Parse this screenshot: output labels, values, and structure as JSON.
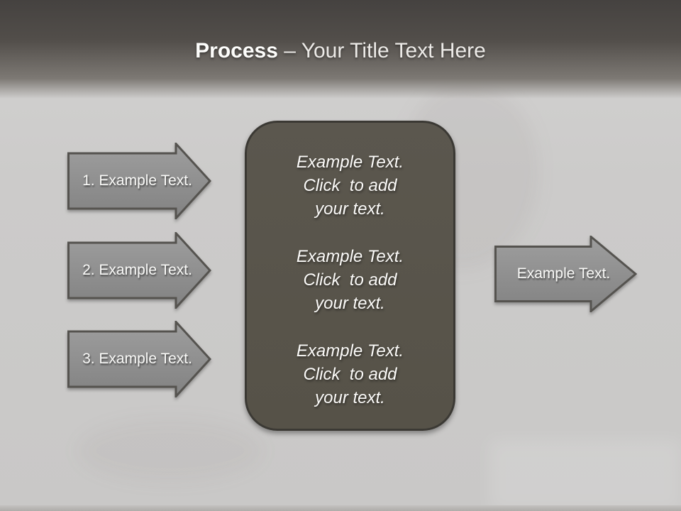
{
  "title": {
    "emphasis": "Process",
    "rest": " – Your Title Text Here"
  },
  "left_arrows": [
    {
      "label": "1. Example Text."
    },
    {
      "label": "2. Example Text."
    },
    {
      "label": "3. Example Text."
    }
  ],
  "center_box": {
    "paragraphs": [
      {
        "lines": [
          "Example Text.",
          "Click  to add",
          "your text."
        ]
      },
      {
        "lines": [
          "Example Text.",
          "Click  to add",
          "your text."
        ]
      },
      {
        "lines": [
          "Example Text.",
          "Click  to add",
          "your text."
        ]
      }
    ]
  },
  "right_arrow": {
    "label": "Example Text."
  },
  "colors": {
    "header_dark": "#454240",
    "header_light": "#7d7974",
    "background": "#cccbca",
    "arrow_fill_top": "#9e9e9e",
    "arrow_fill_bottom": "#828282",
    "arrow_border": "#55534f",
    "box_fill": "#585449",
    "box_border": "#3b3934",
    "text_white": "#fbfaf8",
    "bottom_bar": "#aeaca9"
  }
}
